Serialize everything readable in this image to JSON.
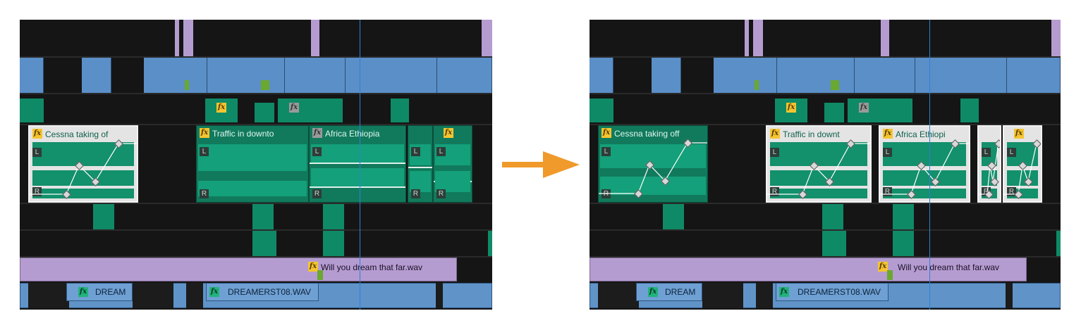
{
  "before": {
    "clips": {
      "cessna": {
        "fx": "fx",
        "title": "Cessna taking of",
        "l": "L",
        "r": "R"
      },
      "traffic": {
        "fx": "fx",
        "title": "Traffic in downto",
        "l": "L",
        "r": "R"
      },
      "africa": {
        "fx": "fx",
        "title": "Africa Ethiopia",
        "l": "L",
        "r": "R"
      },
      "small": {
        "l": "L",
        "r": "R"
      },
      "small2": {
        "fx": "fx",
        "l": "L",
        "r": "R"
      }
    },
    "music": {
      "fx": "fx",
      "title": "Will you dream that far.wav"
    },
    "dream": {
      "fx": "fx",
      "title": "DREAM"
    },
    "dreamer": {
      "fx": "fx",
      "title": "DREAMERST08.WAV"
    }
  },
  "after": {
    "clips": {
      "cessna": {
        "fx": "fx",
        "title": "Cessna taking off",
        "l": "L",
        "r": "R"
      },
      "traffic": {
        "fx": "fx",
        "title": "Traffic in downt",
        "l": "L",
        "r": "R"
      },
      "africa": {
        "fx": "fx",
        "title": "Africa Ethiopi",
        "l": "L",
        "r": "R"
      },
      "small": {
        "l": "L",
        "r": "R"
      },
      "small2": {
        "fx": "fx",
        "l": "L",
        "r": "R"
      }
    },
    "music": {
      "fx": "fx",
      "title": "Will you dream that far.wav"
    },
    "dream": {
      "fx": "fx",
      "title": "DREAM"
    },
    "dreamer": {
      "fx": "fx",
      "title": "DREAMERST08.WAV"
    }
  },
  "colors": {
    "arrow": "#ef9a2a",
    "playhead": "#2f7fd8",
    "selected_clip": "#e4e4e4"
  },
  "icons": {
    "arrow": "right-arrow-icon",
    "fx": "fx-badge-icon"
  }
}
